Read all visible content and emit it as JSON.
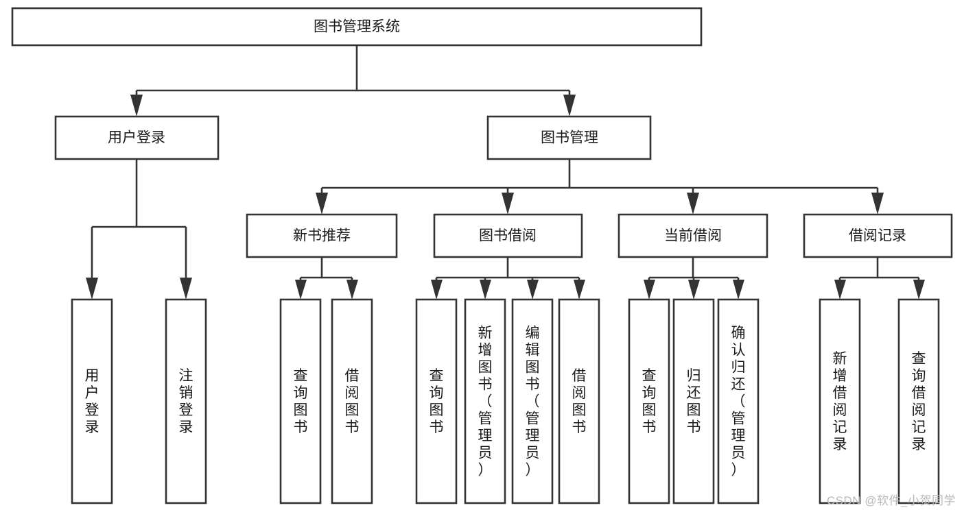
{
  "diagram": {
    "type": "tree",
    "orientation": "top-down",
    "title": "图书管理系统",
    "colors": {
      "box_stroke": "#333333",
      "box_fill": "#ffffff",
      "connector": "#333333",
      "text": "#1a1a1a",
      "background": "#ffffff",
      "watermark": "#b9b9b9"
    },
    "root": {
      "label": "图书管理系统",
      "orientation": "horizontal"
    },
    "level2": [
      {
        "label": "用户登录",
        "orientation": "horizontal"
      },
      {
        "label": "图书管理",
        "orientation": "horizontal"
      }
    ],
    "level3": [
      {
        "label": "新书推荐",
        "orientation": "horizontal"
      },
      {
        "label": "图书借阅",
        "orientation": "horizontal"
      },
      {
        "label": "当前借阅",
        "orientation": "horizontal"
      },
      {
        "label": "借阅记录",
        "orientation": "horizontal"
      }
    ],
    "leaves": {
      "user_login": [
        {
          "label": "用户登录",
          "orientation": "vertical"
        },
        {
          "label": "注销登录",
          "orientation": "vertical"
        }
      ],
      "new_book_recommend": [
        {
          "label": "查询图书",
          "orientation": "vertical"
        },
        {
          "label": "借阅图书",
          "orientation": "vertical"
        }
      ],
      "book_borrow": [
        {
          "label": "查询图书",
          "orientation": "vertical"
        },
        {
          "label": "新增图书（管理员）",
          "orientation": "vertical"
        },
        {
          "label": "编辑图书（管理员）",
          "orientation": "vertical"
        },
        {
          "label": "借阅图书",
          "orientation": "vertical"
        }
      ],
      "current_borrow": [
        {
          "label": "查询图书",
          "orientation": "vertical"
        },
        {
          "label": "归还图书",
          "orientation": "vertical"
        },
        {
          "label": "确认归还（管理员）",
          "orientation": "vertical"
        }
      ],
      "borrow_record": [
        {
          "label": "新增借阅记录",
          "orientation": "vertical"
        },
        {
          "label": "查询借阅记录",
          "orientation": "vertical"
        }
      ]
    }
  },
  "watermark": {
    "text": "CSDN @软件_小贺同学"
  }
}
